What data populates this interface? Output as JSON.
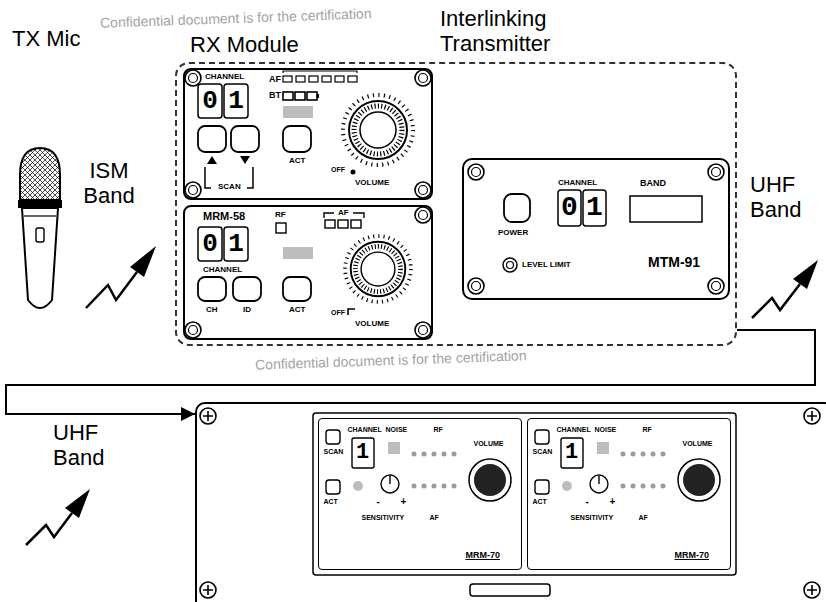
{
  "diagram": {
    "nodes": [
      {
        "text": [
          "RX Module",
          "Interlinking Transmitter"
        ]
      },
      {
        "text": [
          "CHANNEL",
          "0",
          "1",
          "AF",
          "BT",
          "SCAN",
          "ACT",
          "OFF",
          "VOLUME"
        ],
        "in": 0
      },
      {
        "text": [
          "MRM-58",
          "RF",
          "AF",
          "0",
          "1",
          "CHANNEL",
          "CH",
          "ID",
          "ACT",
          "OFF",
          "VOLUME"
        ],
        "in": 0
      },
      {
        "text": [
          "CHANNEL",
          "BAND",
          "POWER",
          "0",
          "1",
          "LEVEL LIMIT",
          "MTM-91"
        ],
        "in": 0
      },
      {
        "text": [
          "UHF Band"
        ]
      },
      {
        "text": [
          "CHANNEL",
          "NOISE",
          "RF",
          "1",
          "VOLUME",
          "SCAN",
          "ACT",
          "-",
          "+",
          "SENSITIVITY",
          "AF",
          "MRM-70"
        ],
        "in": 4
      },
      {
        "text": [
          "CHANNEL",
          "NOISE",
          "RF",
          "1",
          "VOLUME",
          "SCAN",
          "ACT",
          "-",
          "+",
          "SENSITIVITY",
          "AF",
          "MRM-70"
        ],
        "in": 4
      }
    ],
    "edges": [
      {
        "from": 0,
        "to": 4,
        "arrow": "to"
      }
    ],
    "labels": [
      "TX Mic",
      "ISM Band",
      "UHF Band",
      "Confidential document is for the certification",
      "Confidential document is for the certification"
    ]
  }
}
